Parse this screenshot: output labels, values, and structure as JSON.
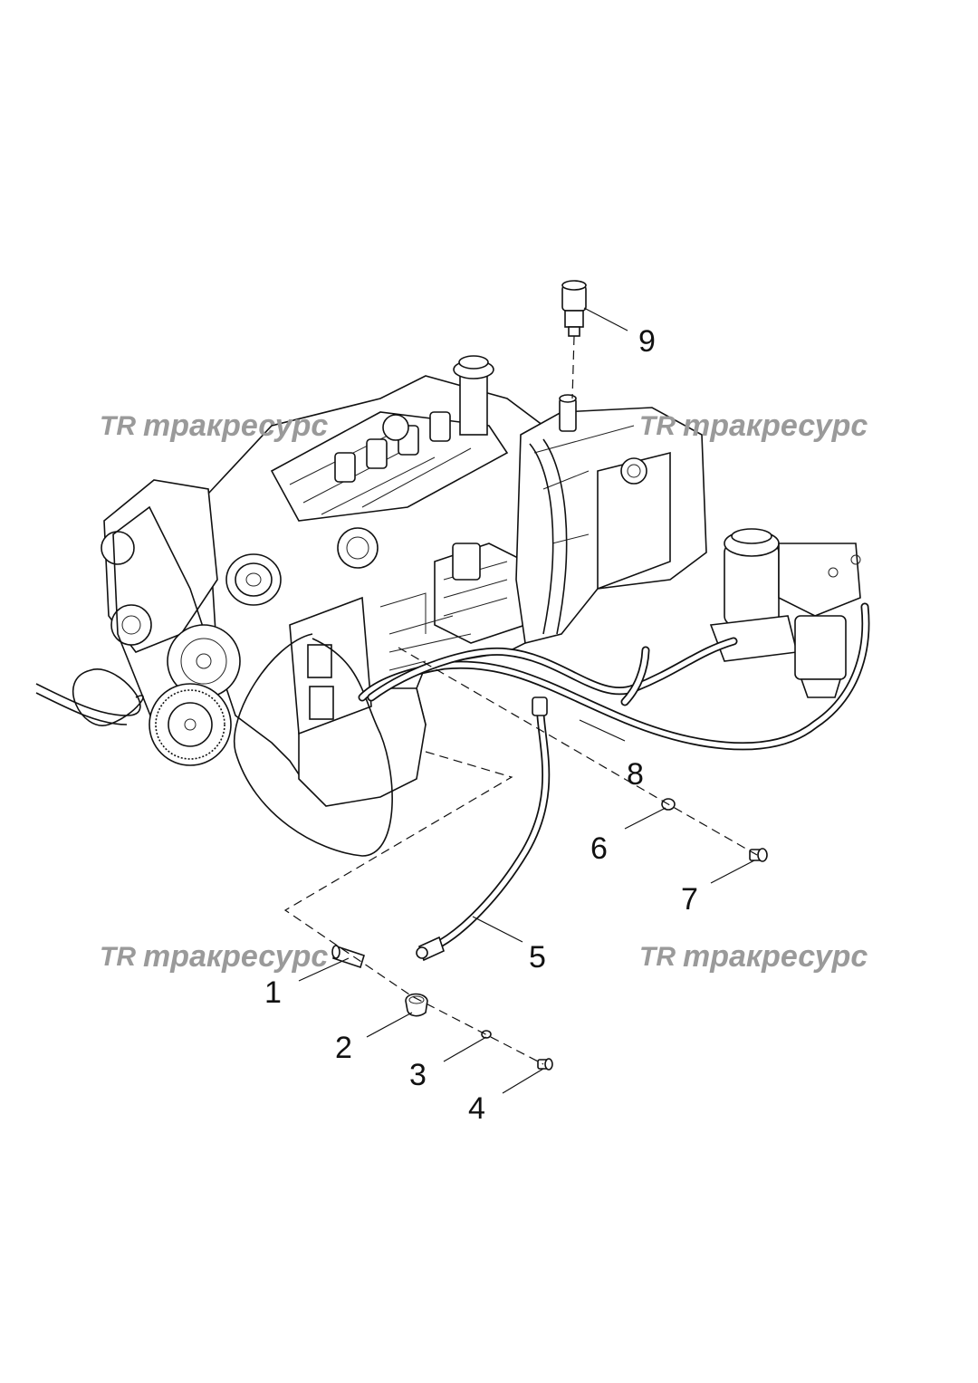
{
  "watermarks": [
    {
      "logo": "TR",
      "text": "тракресурс"
    },
    {
      "logo": "TR",
      "text": "тракресурс"
    },
    {
      "logo": "TR",
      "text": "тракресурс"
    },
    {
      "logo": "TR",
      "text": "тракресурс"
    }
  ],
  "callouts": [
    {
      "label": "1"
    },
    {
      "label": "2"
    },
    {
      "label": "3"
    },
    {
      "label": "4"
    },
    {
      "label": "5"
    },
    {
      "label": "6"
    },
    {
      "label": "7"
    },
    {
      "label": "8"
    },
    {
      "label": "9"
    }
  ]
}
